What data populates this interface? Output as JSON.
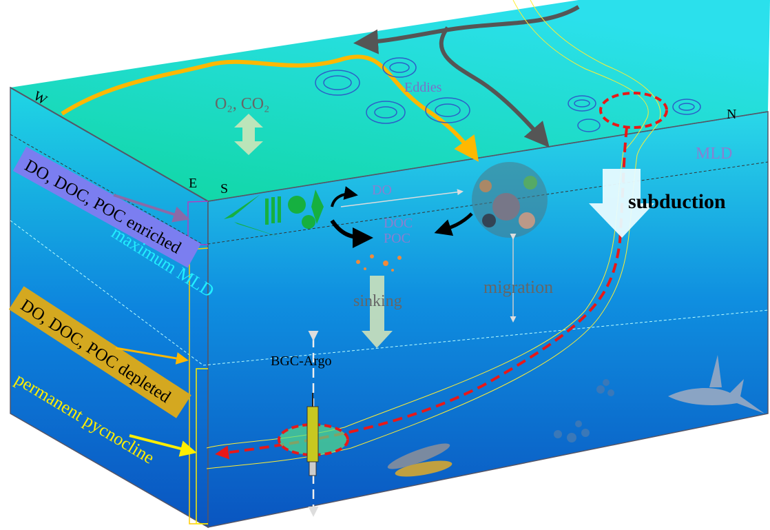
{
  "compass": {
    "w": "W",
    "e": "E",
    "s": "S",
    "n": "N"
  },
  "labels": {
    "gas_exchange": "O₂, CO₂",
    "eddies": "Eddies",
    "mld": "MLD",
    "subduction": "subduction",
    "do": "DO",
    "doc": "DOC",
    "poc": "POC",
    "sinking": "sinking",
    "migration": "migration",
    "bgc_argo": "BGC-Argo",
    "enriched": "DO, DOC, POC enriched",
    "max_mld": "maximum MLD",
    "depleted": "DO, DOC, POC depleted",
    "pycnocline": "permanent pycnocline"
  },
  "colors": {
    "surface": "#12d9a6",
    "water_top": "#2ad8e8",
    "water_deep": "#0a5fc4",
    "current": "#ffb800",
    "subduction_path": "#e81818",
    "enriched_box": "#7b7ef0",
    "depleted_box": "#d4a820"
  }
}
